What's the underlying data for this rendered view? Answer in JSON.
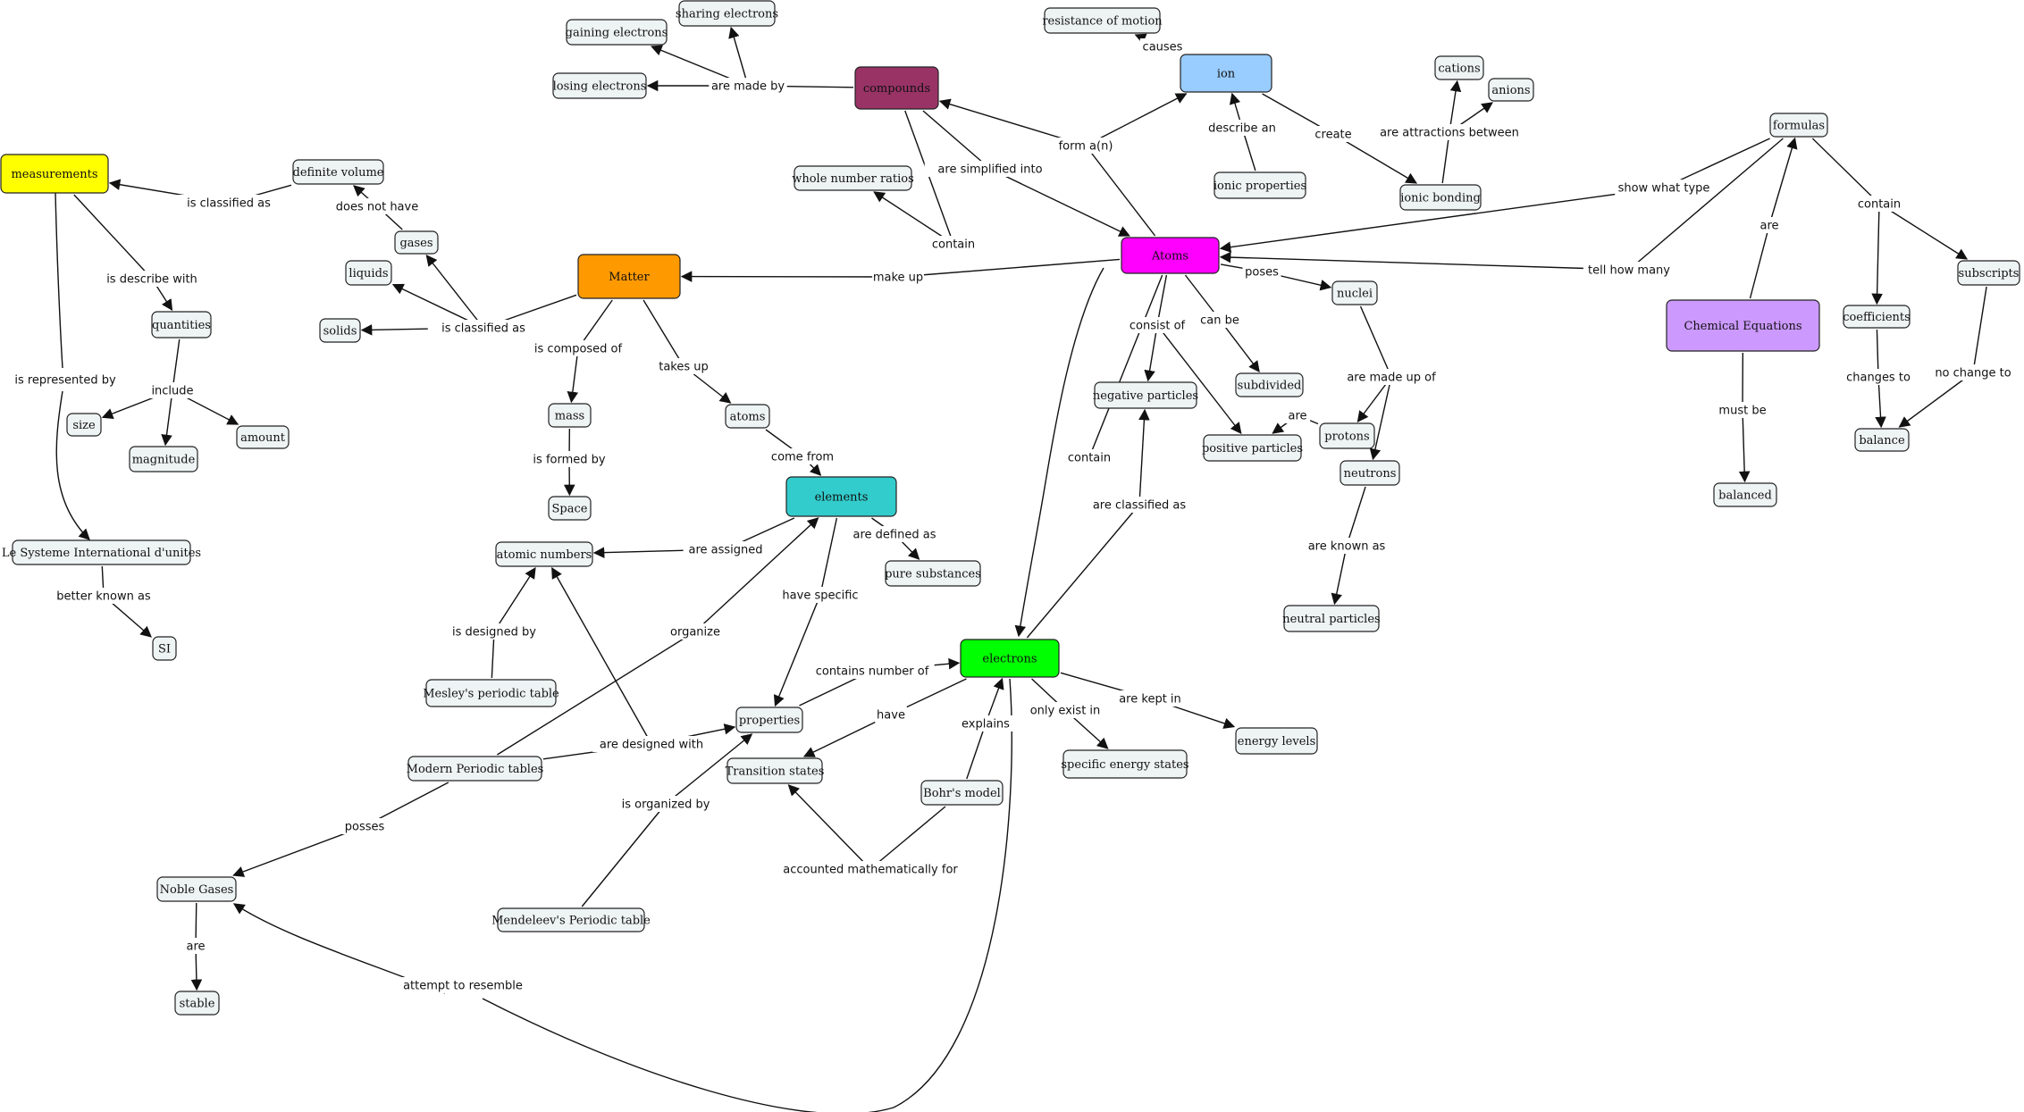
{
  "nodes": [
    {
      "id": "compounds",
      "text": "compounds",
      "fill": "#993366"
    },
    {
      "id": "sharing_electrons",
      "text": "sharing electrons"
    },
    {
      "id": "gaining_electrons",
      "text": "gaining electrons"
    },
    {
      "id": "losing_electrons",
      "text": "losing electrons"
    },
    {
      "id": "resistance_of_motion",
      "text": "resistance of motion"
    },
    {
      "id": "ion",
      "text": "ion",
      "fill": "#99ccff"
    },
    {
      "id": "cations",
      "text": "cations"
    },
    {
      "id": "anions",
      "text": "anions"
    },
    {
      "id": "formulas",
      "text": "formulas"
    },
    {
      "id": "measurements",
      "text": "measurements",
      "fill": "#ffff00"
    },
    {
      "id": "definite_volume",
      "text": "definite volume"
    },
    {
      "id": "whole_number_ratios",
      "text": "whole number ratios"
    },
    {
      "id": "ionic_properties",
      "text": "ionic properties"
    },
    {
      "id": "ionic_bonding",
      "text": "ionic bonding"
    },
    {
      "id": "gases",
      "text": "gases"
    },
    {
      "id": "liquids",
      "text": "liquids"
    },
    {
      "id": "solids",
      "text": "solids"
    },
    {
      "id": "matter",
      "text": "Matter",
      "fill": "#ff9900"
    },
    {
      "id": "atoms_main",
      "text": "Atoms",
      "fill": "#ff00ff"
    },
    {
      "id": "quantities",
      "text": "quantities"
    },
    {
      "id": "nuclei",
      "text": "nuclei"
    },
    {
      "id": "subscripts",
      "text": "subscripts"
    },
    {
      "id": "chemical_equations",
      "text": "Chemical Equations",
      "fill": "#cc99ff"
    },
    {
      "id": "coefficients",
      "text": "coefficients"
    },
    {
      "id": "subdivided",
      "text": "subdivided"
    },
    {
      "id": "negative_particles",
      "text": "negative particles"
    },
    {
      "id": "size",
      "text": "size"
    },
    {
      "id": "amount",
      "text": "amount"
    },
    {
      "id": "magnitude",
      "text": "magnitude"
    },
    {
      "id": "mass",
      "text": "mass"
    },
    {
      "id": "atoms_small",
      "text": "atoms"
    },
    {
      "id": "protons",
      "text": "protons"
    },
    {
      "id": "positive_particles",
      "text": "positive particles"
    },
    {
      "id": "balance",
      "text": "balance"
    },
    {
      "id": "neutrons",
      "text": "neutrons"
    },
    {
      "id": "balanced",
      "text": "balanced"
    },
    {
      "id": "elements",
      "text": "elements",
      "fill": "#33cccc"
    },
    {
      "id": "space",
      "text": "Space"
    },
    {
      "id": "le_systeme",
      "text": "Le Systeme International d'unites"
    },
    {
      "id": "atomic_numbers",
      "text": "atomic numbers"
    },
    {
      "id": "pure_substances",
      "text": "pure substances"
    },
    {
      "id": "neutral_particles",
      "text": "neutral particles"
    },
    {
      "id": "si",
      "text": "SI"
    },
    {
      "id": "electrons",
      "text": "electrons",
      "fill": "#00ff00"
    },
    {
      "id": "mesleys",
      "text": "Mesley's periodic table"
    },
    {
      "id": "properties",
      "text": "properties"
    },
    {
      "id": "energy_levels",
      "text": "energy levels"
    },
    {
      "id": "modern_periodic",
      "text": "Modern Periodic tables"
    },
    {
      "id": "transition_states",
      "text": "Transition states"
    },
    {
      "id": "specific_energy_states",
      "text": "specific energy states"
    },
    {
      "id": "bohrs_model",
      "text": "Bohr's model"
    },
    {
      "id": "noble_gases",
      "text": "Noble Gases"
    },
    {
      "id": "mendeleevs",
      "text": "Mendeleev's Periodic table"
    },
    {
      "id": "stable",
      "text": "stable"
    }
  ],
  "links": [
    {
      "text": "are made by"
    },
    {
      "text": "causes"
    },
    {
      "text": "form a(n)"
    },
    {
      "text": "describe an"
    },
    {
      "text": "create"
    },
    {
      "text": "are attractions between"
    },
    {
      "text": "are simplified into"
    },
    {
      "text": "contain"
    },
    {
      "text": "show what type"
    },
    {
      "text": "tell how many"
    },
    {
      "text": "contain"
    },
    {
      "text": "are"
    },
    {
      "text": "is classified as"
    },
    {
      "text": "does not have"
    },
    {
      "text": "is describe with"
    },
    {
      "text": "include"
    },
    {
      "text": "is represented by"
    },
    {
      "text": "better known as"
    },
    {
      "text": "is classified as"
    },
    {
      "text": "make up"
    },
    {
      "text": "is composed of"
    },
    {
      "text": "takes up"
    },
    {
      "text": "is formed by"
    },
    {
      "text": "come from"
    },
    {
      "text": "poses"
    },
    {
      "text": "consist of"
    },
    {
      "text": "can be"
    },
    {
      "text": "are made up of"
    },
    {
      "text": "are"
    },
    {
      "text": "are known as"
    },
    {
      "text": "contain"
    },
    {
      "text": "are classified as"
    },
    {
      "text": "must be"
    },
    {
      "text": "changes to"
    },
    {
      "text": "no change to"
    },
    {
      "text": "are assigned"
    },
    {
      "text": "are defined as"
    },
    {
      "text": "have specific"
    },
    {
      "text": "organize"
    },
    {
      "text": "is designed by"
    },
    {
      "text": "are designed with"
    },
    {
      "text": "contains number of"
    },
    {
      "text": "have"
    },
    {
      "text": "only exist in"
    },
    {
      "text": "are kept in"
    },
    {
      "text": "explains"
    },
    {
      "text": "accounted mathematically for"
    },
    {
      "text": "is organized by"
    },
    {
      "text": "posses"
    },
    {
      "text": "are"
    },
    {
      "text": "attempt to resemble"
    }
  ]
}
